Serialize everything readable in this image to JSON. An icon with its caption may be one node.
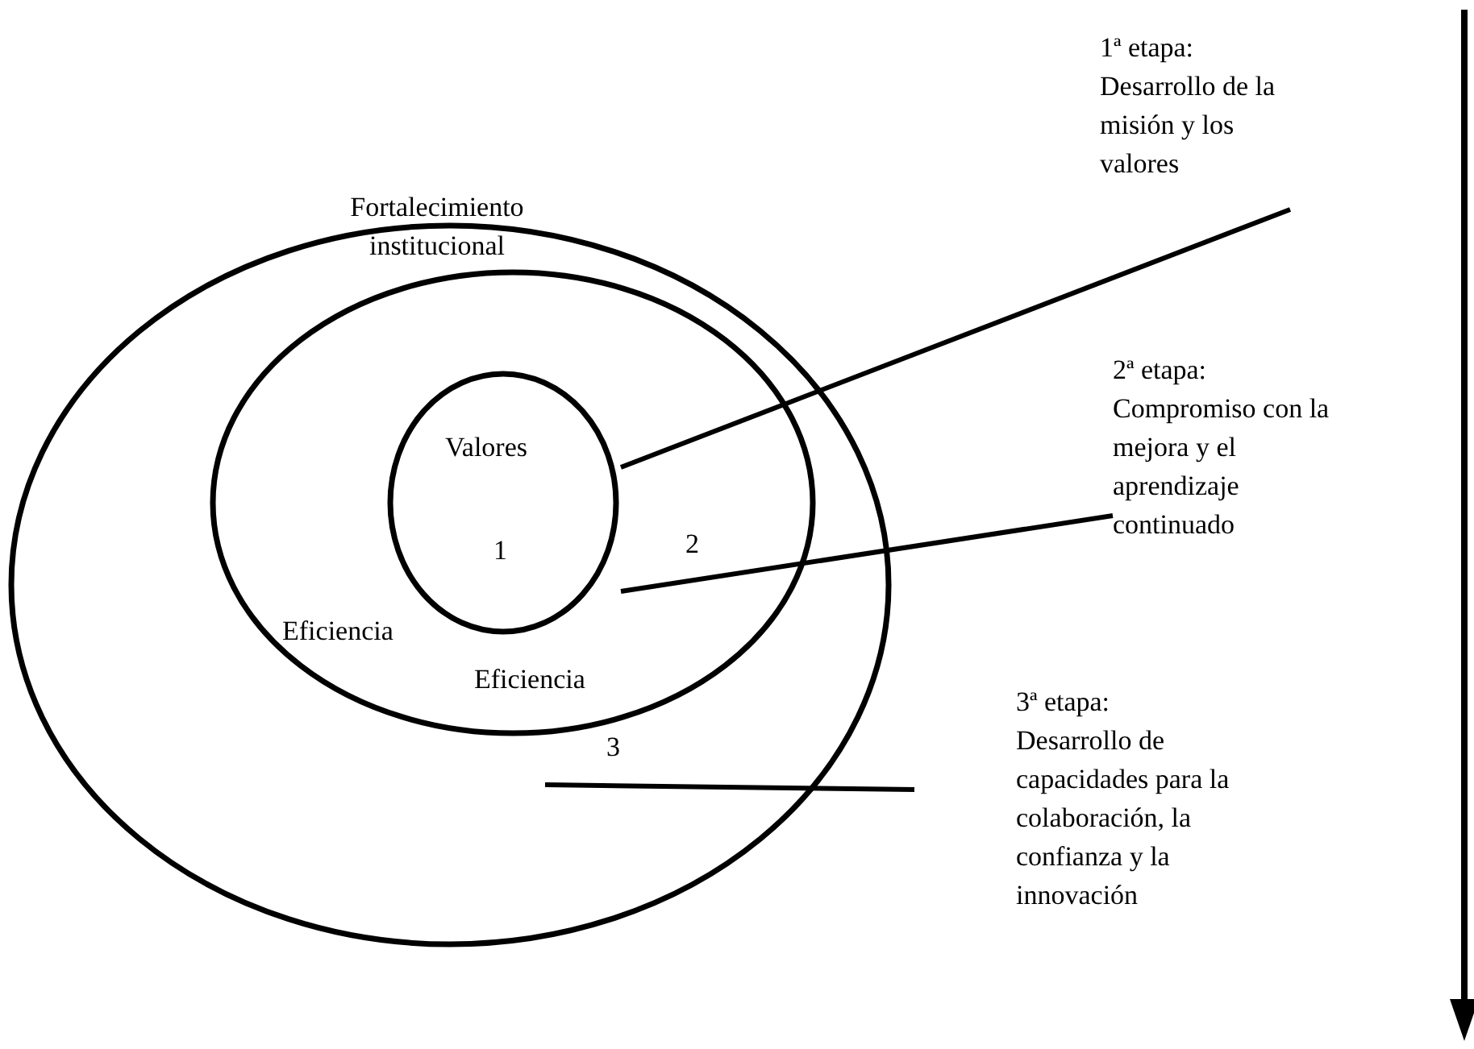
{
  "diagram": {
    "nodes": [
      {
        "text": [
          "Fortalecimiento institucional",
          "3"
        ]
      },
      {
        "text": [
          "2",
          "Eficiencia",
          "Eficiencia"
        ],
        "in": 0
      },
      {
        "text": [
          "Valores",
          "1"
        ],
        "in": 1
      },
      {
        "text": [
          "1ª etapa:",
          "Desarrollo de la misión y los valores"
        ]
      },
      {
        "text": [
          "2ª etapa:",
          "Compromiso con la mejora y el aprendizaje continuado"
        ]
      },
      {
        "text": [
          "3ª etapa:",
          "Desarrollo de capacidades para la colaboración, la confianza y la innovación"
        ]
      }
    ],
    "edges": [
      {
        "from": 3,
        "to": 2,
        "arrow": "none"
      },
      {
        "from": 4,
        "to": 1,
        "arrow": "none"
      },
      {
        "from": 5,
        "to": 0,
        "arrow": "none"
      }
    ]
  }
}
